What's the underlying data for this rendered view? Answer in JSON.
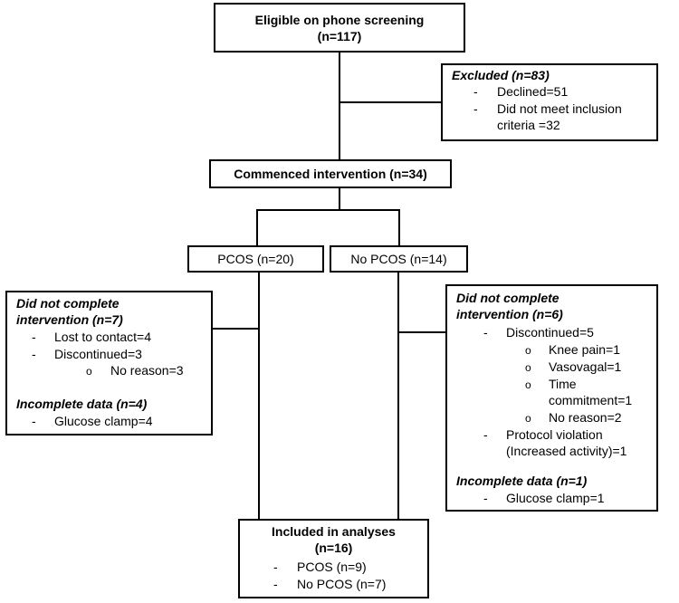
{
  "nodes": {
    "eligible": {
      "line1": "Eligible on phone screening",
      "line2": "(n=117)"
    },
    "excluded": {
      "title": "Excluded (n=83)",
      "items": [
        "Declined=51",
        "Did not meet inclusion",
        "criteria =32"
      ]
    },
    "commenced": {
      "label": "Commenced intervention (n=34)"
    },
    "pcos": {
      "label": "PCOS (n=20)"
    },
    "no_pcos": {
      "label": "No PCOS (n=14)"
    },
    "left_dropout": {
      "title1": "Did not complete",
      "title2": "intervention (n=7)",
      "items": [
        "Lost to contact=4",
        "Discontinued=3"
      ],
      "subitems": [
        "No reason=3"
      ],
      "incomplete_title": "Incomplete data (n=4)",
      "incomplete_items": [
        "Glucose clamp=4"
      ]
    },
    "right_dropout": {
      "title1": "Did not complete",
      "title2": "intervention (n=6)",
      "items": [
        "Discontinued=5"
      ],
      "subitems": [
        "Knee pain=1",
        "Vasovagal=1",
        "Time",
        "commitment=1",
        "No reason=2"
      ],
      "items2": [
        "Protocol violation",
        "(Increased activity)=1"
      ],
      "incomplete_title": "Incomplete data (n=1)",
      "incomplete_items": [
        "Glucose clamp=1"
      ]
    },
    "included": {
      "line1": "Included in analyses",
      "line2": "(n=16)",
      "items": [
        "PCOS (n=9)",
        "No PCOS (n=7)"
      ]
    }
  },
  "markers": {
    "dash": "-",
    "bullet": "o"
  }
}
